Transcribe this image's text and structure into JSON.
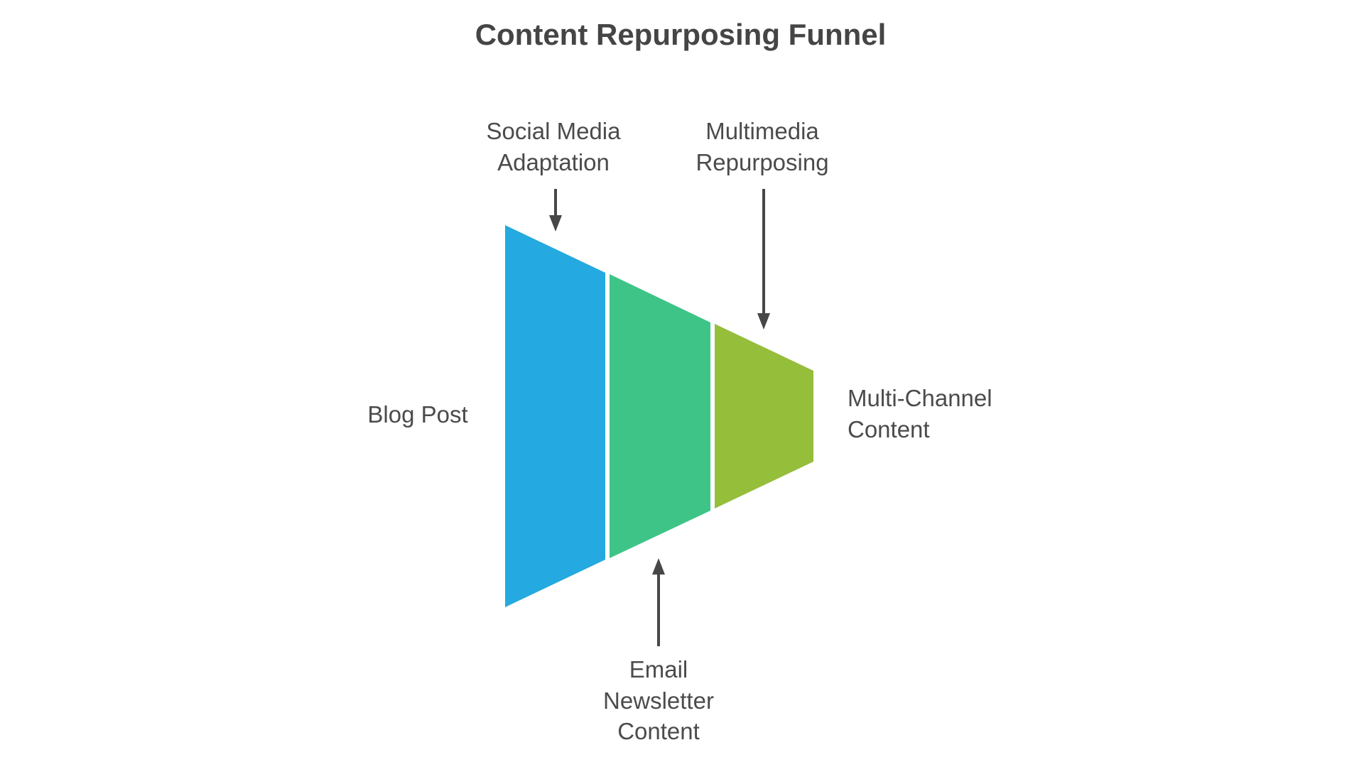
{
  "title": {
    "text": "Content Repurposing Funnel",
    "color": "#454545"
  },
  "colors": {
    "background": "#ffffff",
    "label_text": "#4b4b4b",
    "arrow": "#474747"
  },
  "funnel": {
    "direction": "left-to-right",
    "source_label": "Blog Post",
    "result_label": "Multi-Channel Content",
    "stages": [
      {
        "label": "Social Media Adaptation",
        "color": "#24a9e0",
        "position": "top-left-arrow-down"
      },
      {
        "label": "Email Newsletter Content",
        "color": "#3ec487",
        "position": "bottom-arrow-up"
      },
      {
        "label": "Multimedia Repurposing",
        "color": "#95be3b",
        "position": "top-right-arrow-down"
      }
    ]
  }
}
